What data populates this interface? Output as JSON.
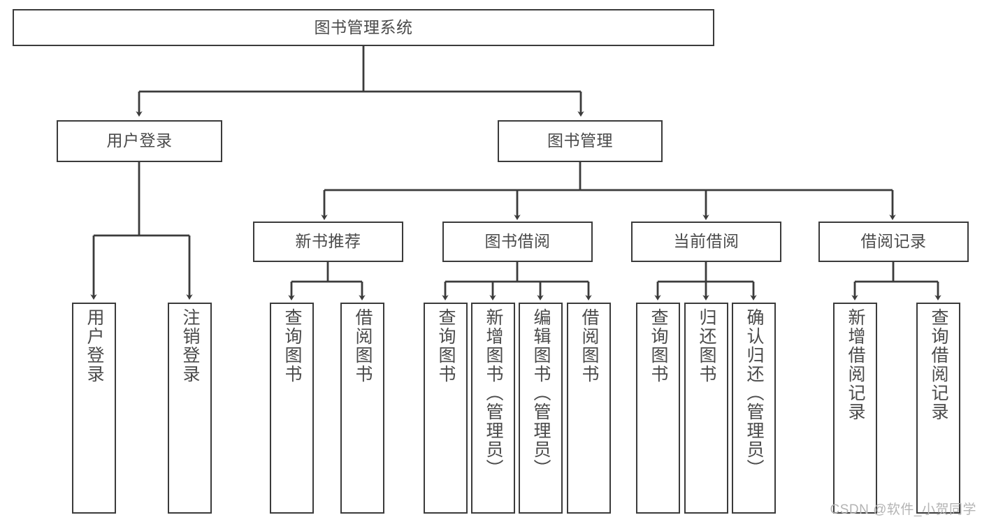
{
  "diagram": {
    "title": "图书管理系统",
    "type": "hierarchy-tree",
    "stroke_color": "#3b3b3b",
    "text_color": "#4a4a4a",
    "background_color": "#ffffff"
  },
  "nodes": {
    "root": {
      "label": "图书管理系统"
    },
    "level1": [
      {
        "id": "user-login",
        "label": "用户登录"
      },
      {
        "id": "book-manage",
        "label": "图书管理"
      }
    ],
    "level2": [
      {
        "id": "new-book-recommend",
        "label": "新书推荐"
      },
      {
        "id": "book-borrow",
        "label": "图书借阅"
      },
      {
        "id": "current-borrow",
        "label": "当前借阅"
      },
      {
        "id": "borrow-record",
        "label": "借阅记录"
      }
    ],
    "leaves": {
      "user_login": [
        {
          "id": "leaf-user-login",
          "label": "用户登录"
        },
        {
          "id": "leaf-logout-login",
          "label": "注销登录"
        }
      ],
      "new_book_recommend": [
        {
          "id": "leaf-query-book-1",
          "label": "查询图书"
        },
        {
          "id": "leaf-borrow-book-1",
          "label": "借阅图书"
        }
      ],
      "book_borrow": [
        {
          "id": "leaf-query-book-2",
          "label": "查询图书"
        },
        {
          "id": "leaf-add-book",
          "label": "新增图书（管理员）"
        },
        {
          "id": "leaf-edit-book",
          "label": "编辑图书（管理员）"
        },
        {
          "id": "leaf-borrow-book-2",
          "label": "借阅图书"
        }
      ],
      "current_borrow": [
        {
          "id": "leaf-query-book-3",
          "label": "查询图书"
        },
        {
          "id": "leaf-return-book",
          "label": "归还图书"
        },
        {
          "id": "leaf-confirm-return",
          "label": "确认归还（管理员）"
        }
      ],
      "borrow_record": [
        {
          "id": "leaf-add-record",
          "label": "新增借阅记录"
        },
        {
          "id": "leaf-query-record",
          "label": "查询借阅记录"
        }
      ]
    }
  },
  "watermark": {
    "text": "CSDN @软件_小贺同学"
  }
}
